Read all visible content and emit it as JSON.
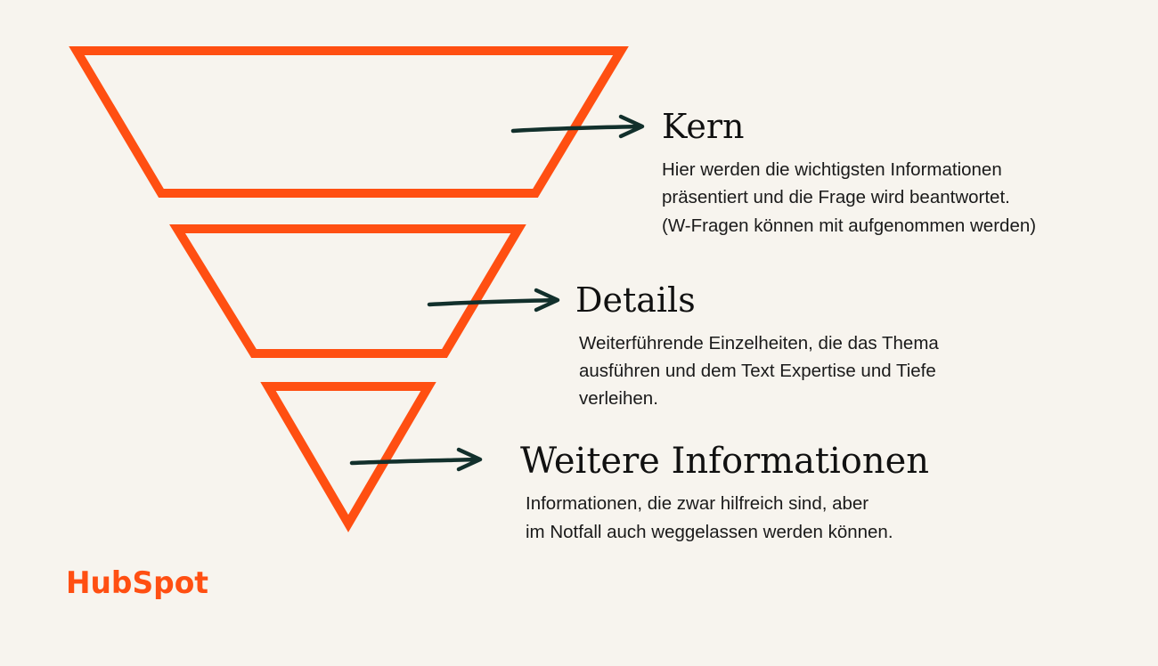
{
  "colors": {
    "background": "#f7f4ee",
    "funnel": "#ff4f12",
    "arrow": "#12302c"
  },
  "sections": [
    {
      "title": "Kern",
      "lines": [
        "Hier werden die wichtigsten Informationen",
        "präsentiert und die Frage wird beantwortet.",
        "(W-Fragen können mit aufgenommen werden)"
      ]
    },
    {
      "title": "Details",
      "lines": [
        "Weiterführende Einzelheiten, die das Thema",
        "ausführen und dem Text Expertise und Tiefe",
        "verleihen."
      ]
    },
    {
      "title": "Weitere Informationen",
      "lines": [
        "Informationen, die zwar hilfreich sind, aber",
        "im Notfall auch weggelassen werden können."
      ]
    }
  ],
  "logo": {
    "text": "HubSpot"
  }
}
